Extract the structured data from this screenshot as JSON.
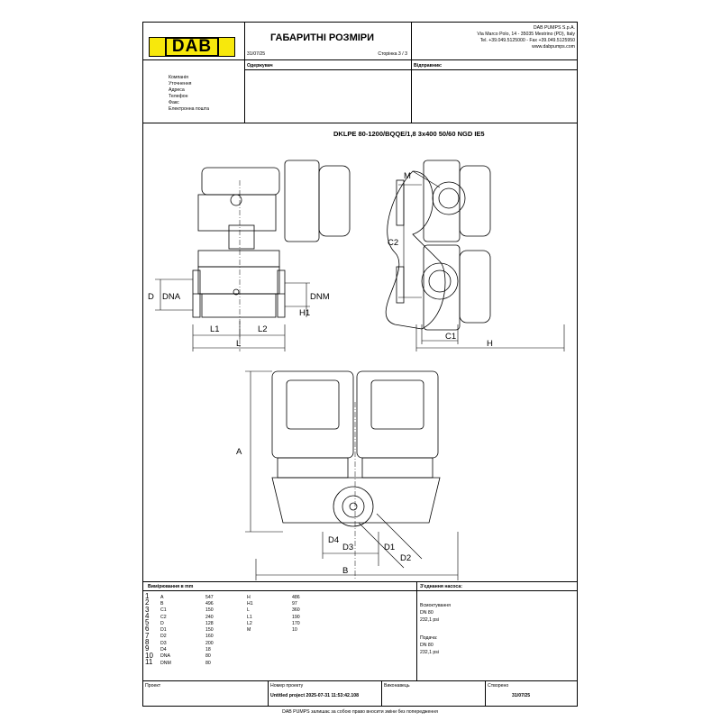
{
  "header": {
    "logo": "DAB",
    "title": "ГАБАРИТНІ РОЗМІРИ",
    "date": "31/07/25",
    "page": "Сторінка 3 / 3",
    "company_lines": [
      "DAB PUMPS S.p.A.",
      "Via Marco Polo, 14 - 35035 Mestrino (PD), Italy",
      "Tel. +39.049.5125000 - Fax +39.049.5125950",
      "www.dabpumps.com"
    ]
  },
  "parties": {
    "receiver_label": "Одержувач",
    "sender_label": "Відправник:",
    "fields": [
      "Компанія",
      "Уточнення",
      "Адреса",
      "Телефон",
      "Факс",
      "Електронна пошта"
    ]
  },
  "drawing": {
    "model": "DKLPE 80-1200/BQQE/1,8 3x400 50/60 NGD IE5",
    "labels": {
      "D": "D",
      "DNA": "DNA",
      "DNM": "DNM",
      "H1": "H1",
      "L1": "L1",
      "L2": "L2",
      "L": "L",
      "M": "M",
      "C2": "C2",
      "C1": "C1",
      "H": "H",
      "A": "A",
      "D4": "D4",
      "D3": "D3",
      "D1": "D1",
      "D2": "D2",
      "B": "B"
    }
  },
  "dimensions": {
    "header": "Вимірювання в  mm",
    "row_numbers": [
      "1",
      "2",
      "3",
      "4",
      "5",
      "6",
      "7",
      "8",
      "9",
      "10",
      "11"
    ],
    "col1": [
      {
        "name": "A",
        "value": "547"
      },
      {
        "name": "B",
        "value": "496"
      },
      {
        "name": "C1",
        "value": "150"
      },
      {
        "name": "C2",
        "value": "240"
      },
      {
        "name": "D",
        "value": "128"
      },
      {
        "name": "D1",
        "value": "150"
      },
      {
        "name": "D2",
        "value": "160"
      },
      {
        "name": "D3",
        "value": "200"
      },
      {
        "name": "D4",
        "value": "18"
      },
      {
        "name": "DNA",
        "value": "80"
      },
      {
        "name": "DNM",
        "value": "80"
      }
    ],
    "col2": [
      {
        "name": "H",
        "value": "486"
      },
      {
        "name": "H1",
        "value": "97"
      },
      {
        "name": "L",
        "value": "360"
      },
      {
        "name": "L1",
        "value": "190"
      },
      {
        "name": "L2",
        "value": "170"
      },
      {
        "name": "M",
        "value": "10"
      }
    ]
  },
  "connections": {
    "header": "З'єднання насоса:",
    "inlet_label": "Всмоктування",
    "inlet_dn": "DN 80",
    "inlet_psi": "232,1 psi",
    "outlet_label": "Подача:",
    "outlet_dn": "DN 80",
    "outlet_psi": "232,1 psi"
  },
  "footer": {
    "project_label": "Проект",
    "number_label": "Номер проекту",
    "number_value": "Untitled project 2025-07-31 11:53:42.108",
    "executor_label": "Виконавець",
    "created_label": "Створено",
    "created_value": "31/07/25",
    "copyright": "DAB PUMPS залишає за собою право вносити зміни без попередження"
  }
}
